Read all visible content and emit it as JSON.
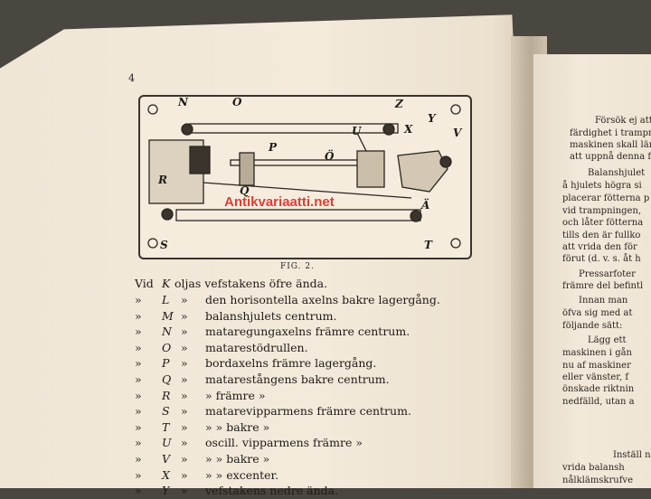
{
  "page_number": "4",
  "figure": {
    "caption": "FIG. 2.",
    "labels": {
      "N": "N",
      "O": "O",
      "Z": "Z",
      "X": "X",
      "Y": "Y",
      "V": "V",
      "U": "U",
      "P": "P",
      "OE": "Ö",
      "R": "R",
      "Q": "Q",
      "AE": "Ä",
      "S": "S",
      "T": "T"
    }
  },
  "watermark": "Antikvariaatti.net",
  "legend": {
    "intro": "Vid",
    "intro_letter": "K",
    "intro_text": "oljas vefstakens öfre ända.",
    "rows": [
      {
        "letter": "L",
        "desc": "den horisontella axelns bakre lagergång."
      },
      {
        "letter": "M",
        "desc": "balanshjulets centrum."
      },
      {
        "letter": "N",
        "desc": "mataregungaxelns främre centrum."
      },
      {
        "letter": "O",
        "desc": "matarestödrullen."
      },
      {
        "letter": "P",
        "desc": "bordaxelns främre lagergång."
      },
      {
        "letter": "Q",
        "desc": "matarestångens bakre centrum."
      },
      {
        "letter": "R",
        "desc": "»                främre           »"
      },
      {
        "letter": "S",
        "desc": "matarevipparmens främre centrum."
      },
      {
        "letter": "T",
        "desc": "»            »           bakre          »"
      },
      {
        "letter": "U",
        "desc": "oscill. vipparmens främre     »"
      },
      {
        "letter": "V",
        "desc": "»            »           bakre          »"
      },
      {
        "letter": "X",
        "desc": "»            »           excenter."
      },
      {
        "letter": "Y",
        "desc": "vefstakens nedre ända."
      }
    ],
    "quote_mark": "»"
  },
  "right_page": {
    "lines": [
      "Försök ej att",
      "färdighet i trampnin",
      "maskinen skall läm",
      "att uppnå denna fä",
      "Balanshjulet",
      "å hjulets högra si",
      "placerar fötterna p",
      "vid trampningen,",
      "och låter fötterna",
      "tills den är fullko",
      "att vrida den för",
      "förut (d. v. s. åt h",
      "Pressarfoter",
      "främre del befintl",
      "Innan man",
      "öfva sig med at",
      "följande sätt:",
      "Lägg ett",
      "maskinen i gån",
      "nu af maskiner",
      "eller vänster, f",
      "önskade riktnin",
      "nedfälld, utan a",
      "Inställ n",
      "vrida balansh",
      "nålklämskrufve"
    ]
  }
}
